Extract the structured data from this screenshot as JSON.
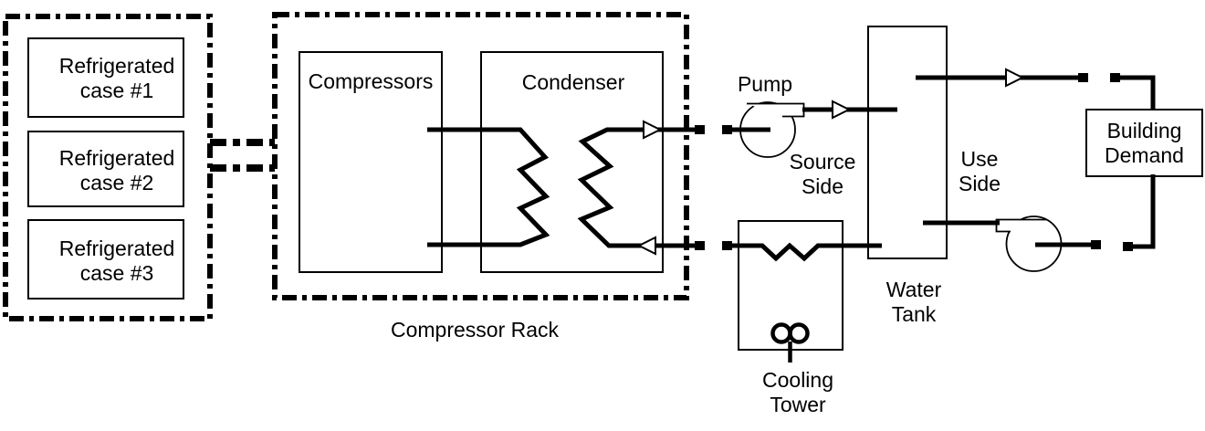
{
  "colors": {
    "ink": "#000000",
    "background": "#ffffff"
  },
  "refrigerated_cases": [
    {
      "line1": "Refrigerated",
      "line2": "case #1"
    },
    {
      "line1": "Refrigerated",
      "line2": "case #2"
    },
    {
      "line1": "Refrigerated",
      "line2": "case #3"
    }
  ],
  "compressor_rack": {
    "label": "Compressor Rack",
    "compressors_label": "Compressors",
    "condenser_label": "Condenser"
  },
  "source_side": {
    "pump_label": "Pump",
    "label_line1": "Source",
    "label_line2": "Side",
    "cooling_tower_line1": "Cooling",
    "cooling_tower_line2": "Tower"
  },
  "water_tank": {
    "label_line1": "Water",
    "label_line2": "Tank"
  },
  "use_side": {
    "label_line1": "Use",
    "label_line2": "Side"
  },
  "building_demand": {
    "line1": "Building",
    "line2": "Demand"
  }
}
